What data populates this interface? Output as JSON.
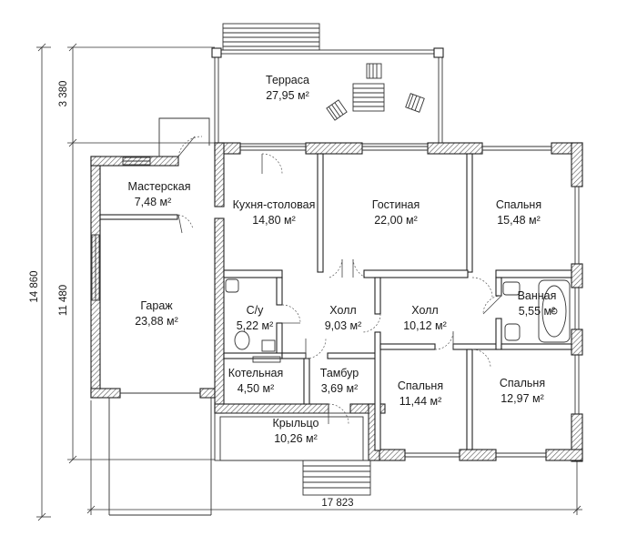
{
  "rooms": {
    "terrace": {
      "name": "Терраса",
      "area": "27,95 м²"
    },
    "workshop": {
      "name": "Мастерская",
      "area": "7,48 м²"
    },
    "kitchen": {
      "name": "Кухня-столовая",
      "area": "14,80 м²"
    },
    "living": {
      "name": "Гостиная",
      "area": "22,00 м²"
    },
    "bedroom1": {
      "name": "Спальня",
      "area": "15,48 м²"
    },
    "garage": {
      "name": "Гараж",
      "area": "23,88 м²"
    },
    "wc": {
      "name": "С/у",
      "area": "5,22 м²"
    },
    "hall1": {
      "name": "Холл",
      "area": "9,03 м²"
    },
    "hall2": {
      "name": "Холл",
      "area": "10,12 м²"
    },
    "bathroom": {
      "name": "Ванная",
      "area": "5,55 м²"
    },
    "boiler": {
      "name": "Котельная",
      "area": "4,50 м²"
    },
    "vestibule": {
      "name": "Тамбур",
      "area": "3,69 м²"
    },
    "bedroom2": {
      "name": "Спальня",
      "area": "11,44 м²"
    },
    "bedroom3": {
      "name": "Спальня",
      "area": "12,97 м²"
    },
    "porch": {
      "name": "Крыльцо",
      "area": "10,26 м²"
    }
  },
  "dimensions": {
    "total_height": "14 860",
    "terrace_depth": "3 380",
    "house_depth": "11 480",
    "total_width": "17 823"
  }
}
